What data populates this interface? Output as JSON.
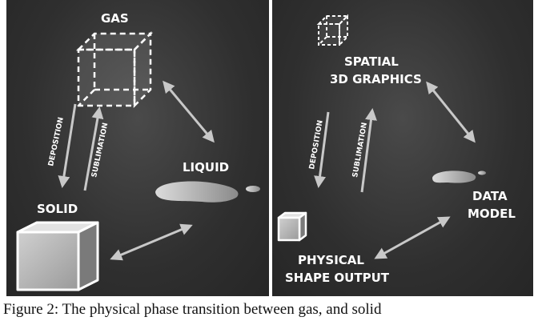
{
  "left_panel": {
    "gas": "GAS",
    "liquid": "LIQUID",
    "solid": "SOLID",
    "deposition": "DEPOSITION",
    "sublimation": "SUBLIMATION"
  },
  "right_panel": {
    "spatial_line1": "SPATIAL",
    "spatial_line2": "3D GRAPHICS",
    "data_line1": "DATA",
    "data_line2": "MODEL",
    "physical_line1": "PHYSICAL",
    "physical_line2": "SHAPE OUTPUT",
    "deposition": "DEPOSITION",
    "sublimation": "SUBLIMATION"
  },
  "caption": "Figure 2: The physical phase transition between gas, and solid"
}
